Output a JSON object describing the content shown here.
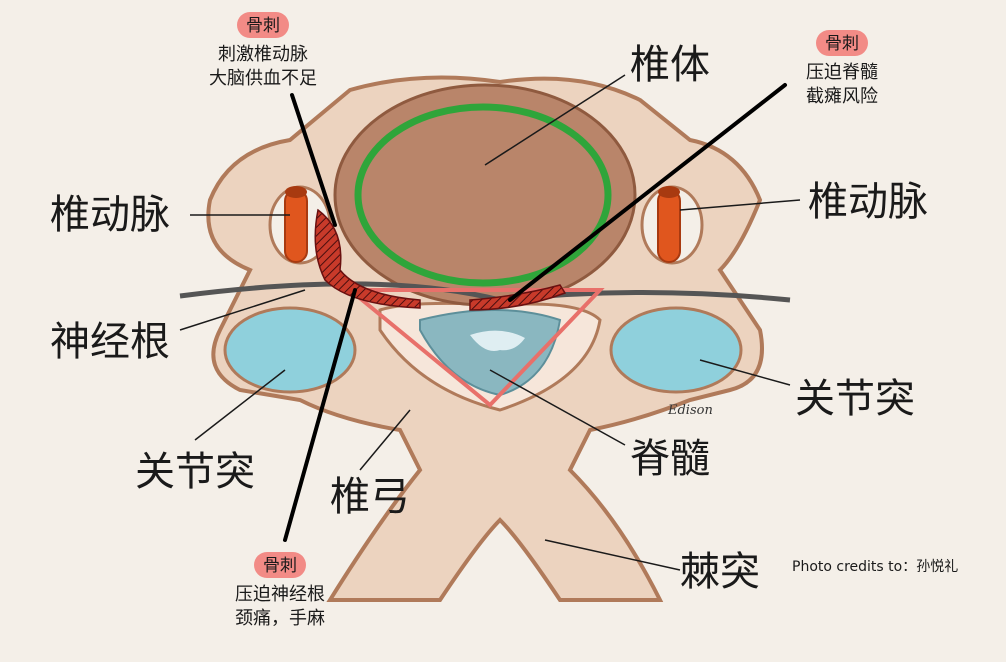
{
  "colors": {
    "bone": "#ecd3bf",
    "bone_edge": "#b07a5a",
    "body_fill": "#b9856a",
    "green_ring": "#2fa53a",
    "artery": "#e0561e",
    "facet": "#8fd0dc",
    "spur": "#c81e1e",
    "badge": "#f28b86",
    "nerve": "#555555"
  },
  "labels": {
    "vertebral_body": "椎体",
    "vertebral_artery_left": "椎动脉",
    "vertebral_artery_right": "椎动脉",
    "nerve_root": "神经根",
    "facet_left": "关节突",
    "facet_right": "关节突",
    "lamina": "椎弓",
    "spinal_cord": "脊髓",
    "spinous_process": "棘突"
  },
  "callouts": {
    "top_left": {
      "badge": "骨刺",
      "line1": "刺激椎动脉",
      "line2": "大脑供血不足"
    },
    "top_right": {
      "badge": "骨刺",
      "line1": "压迫脊髓",
      "line2": "截瘫风险"
    },
    "bottom": {
      "badge": "骨刺",
      "line1": "压迫神经根",
      "line2": "颈痛，手麻"
    }
  },
  "credit": "Photo credits to：孙悦礼",
  "signature": "Edison"
}
